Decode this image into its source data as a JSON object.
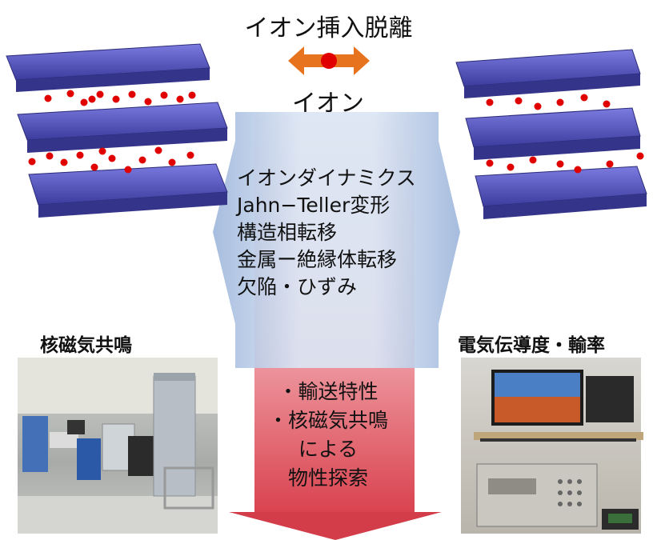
{
  "title": "イオン挿入脱離",
  "ion_label": "イオン",
  "center_items": [
    "イオンダイナミクス",
    "Jahn−Teller変形",
    "構造相転移",
    "金属ー絶縁体転移",
    "欠陥・ひずみ"
  ],
  "left_caption": "核磁気共鳴",
  "right_caption": "電気伝導度・輸率",
  "arrow_items": [
    "・輸送特性",
    "・核磁気共鳴",
    "による",
    "物性探索"
  ],
  "colors": {
    "orange_arrow": "#e8731e",
    "ion_red": "#e00000",
    "layer_blue": "#5a5acf",
    "big_arrow_top": "#fbe4e6",
    "big_arrow_bottom": "#d94a55",
    "center_box": "#b8cde6"
  }
}
